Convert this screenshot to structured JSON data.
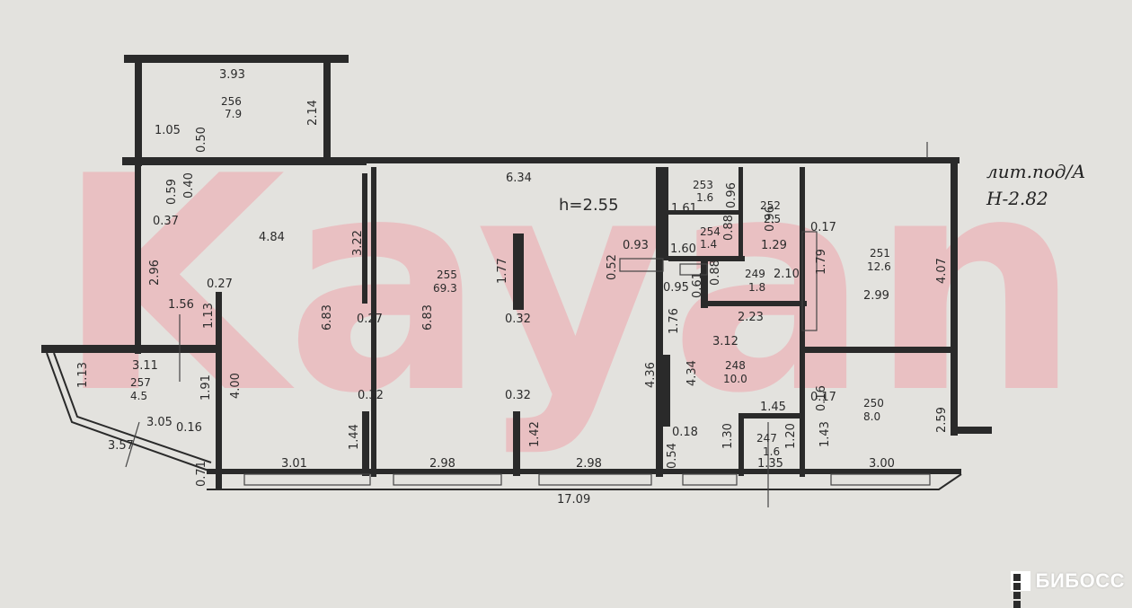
{
  "watermark": "Kayan",
  "header": {
    "lit": "лит.под/А",
    "height": "Н-2.82"
  },
  "ceiling_note": "h=2.55",
  "rooms": [
    {
      "id": "256",
      "area": "7.9"
    },
    {
      "id": "255",
      "area": "69.3"
    },
    {
      "id": "253",
      "area": "1.6"
    },
    {
      "id": "252",
      "area": "2.5"
    },
    {
      "id": "254",
      "area": "1.4"
    },
    {
      "id": "251",
      "area": "12.6"
    },
    {
      "id": "249",
      "area": "1.8"
    },
    {
      "id": "248",
      "area": "10.0"
    },
    {
      "id": "250",
      "area": "8.0"
    },
    {
      "id": "247",
      "area": "1.6"
    },
    {
      "id": "257",
      "area": "4.5"
    }
  ],
  "dimensions": [
    "3.93",
    "2.14",
    "1.05",
    "0.50",
    "0.40",
    "0.59",
    "0.37",
    "2.96",
    "4.84",
    "3.22",
    "6.34",
    "6.83",
    "6.83",
    "0.27",
    "0.27",
    "1.56",
    "1.13",
    "1.77",
    "0.32",
    "0.93",
    "0.52",
    "0.96",
    "1.61",
    "0.96",
    "0.88",
    "1.60",
    "1.29",
    "0.17",
    "1.79",
    "4.07",
    "2.99",
    "0.88",
    "0.95",
    "0.61",
    "2.10",
    "2.23",
    "1.76",
    "3.12",
    "4.36",
    "4.34",
    "3.11",
    "1.13",
    "1.91",
    "4.00",
    "0.32",
    "0.32",
    "1.44",
    "1.42",
    "1.45",
    "0.17",
    "0.16",
    "2.59",
    "1.43",
    "3.05",
    "0.16",
    "3.57",
    "0.71",
    "3.01",
    "2.98",
    "2.98",
    "0.54",
    "0.18",
    "1.30",
    "1.20",
    "1.35",
    "3.00",
    "17.09"
  ],
  "brand": {
    "name": "БИБОСС"
  }
}
